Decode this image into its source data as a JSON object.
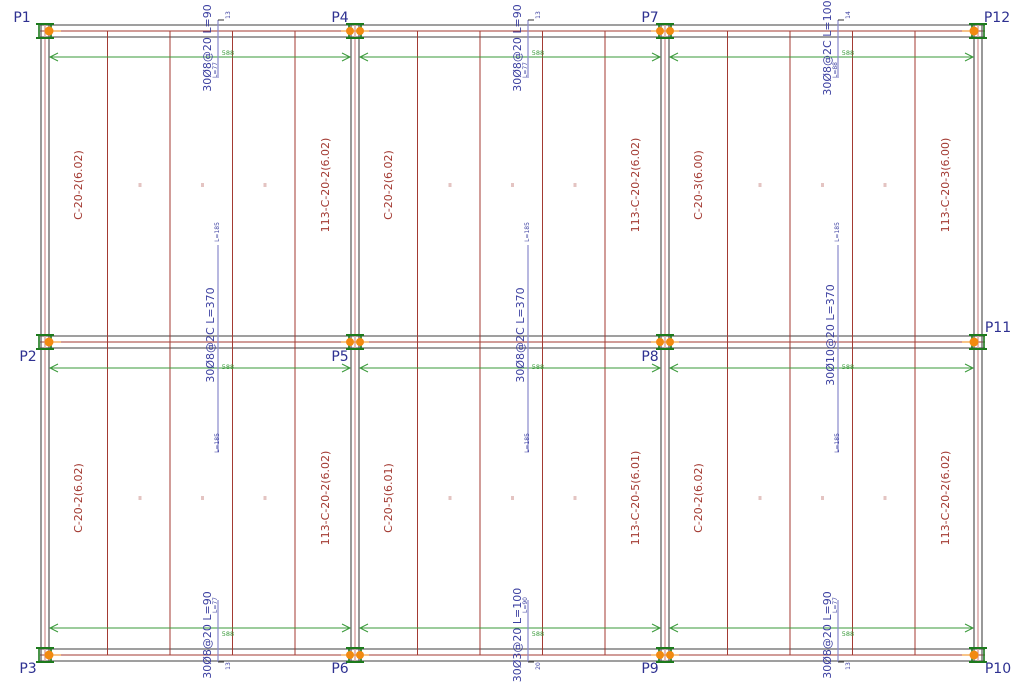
{
  "columns": [
    {
      "id": "P1",
      "label": "P1"
    },
    {
      "id": "P4",
      "label": "P4"
    },
    {
      "id": "P7",
      "label": "P7"
    },
    {
      "id": "P12",
      "label": "P12"
    },
    {
      "id": "P2",
      "label": "P2"
    },
    {
      "id": "P5",
      "label": "P5"
    },
    {
      "id": "P8",
      "label": "P8"
    },
    {
      "id": "P11",
      "label": "P11"
    },
    {
      "id": "P3",
      "label": "P3"
    },
    {
      "id": "P6",
      "label": "P6"
    },
    {
      "id": "P9",
      "label": "P9"
    },
    {
      "id": "P10",
      "label": "P10"
    }
  ],
  "slabs": [
    {
      "left": "C-20-2(6.02)",
      "right": "113-C-20-2(6.02)"
    },
    {
      "left": "C-20-2(6.02)",
      "right": "113-C-20-2(6.02)"
    },
    {
      "left": "C-20-3(6.00)",
      "right": "113-C-20-3(6.00)"
    },
    {
      "left": "C-20-2(6.02)",
      "right": "113-C-20-2(6.02)"
    },
    {
      "left": "C-20-5(6.01)",
      "right": "113-C-20-5(6.01)"
    },
    {
      "left": "C-20-2(6.02)",
      "right": "113-C-20-2(6.02)"
    }
  ],
  "top_rebars": [
    {
      "label": "30Ø8@20 L=90",
      "leg": "L=77",
      "hook": "13"
    },
    {
      "label": "30Ø8@20 L=90",
      "leg": "L=77",
      "hook": "13"
    },
    {
      "label": "30Ø8@2C L=100",
      "leg": "L=88",
      "hook": "14"
    }
  ],
  "mid_rebars": [
    {
      "label": "30Ø8@2C L=370",
      "end_top": "L=185",
      "end_bottom": "L=185"
    },
    {
      "label": "30Ø8@2C L=370",
      "end_top": "L=185",
      "end_bottom": "L=185"
    },
    {
      "label": "30Ø10@20 L=370",
      "end_top": "L=185",
      "end_bottom": "L=185"
    }
  ],
  "bottom_rebars": [
    {
      "label": "30Ø8@20 L=90",
      "leg": "L=77",
      "hook": "13"
    },
    {
      "label": "30Ø3@20 L=100",
      "leg": "L=90",
      "hook": "20"
    },
    {
      "label": "30Ø8@20 L=90",
      "leg": "L=77",
      "hook": "13"
    }
  ],
  "dimension": "588",
  "colors": {
    "beam": "#555555",
    "joist": "#a33a32",
    "dim": "#3a9a3a",
    "rebar": "#8888cc",
    "column": "#1d7a1d",
    "node": "#f28a10",
    "label": "#2e3191"
  }
}
